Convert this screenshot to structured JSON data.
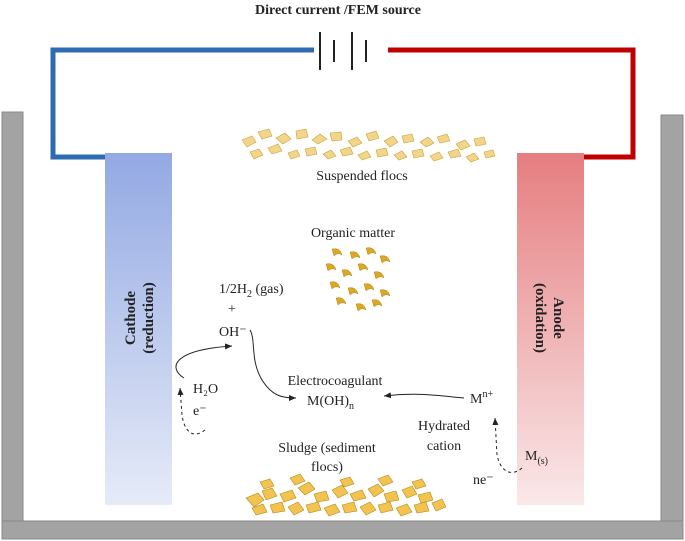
{
  "source": {
    "label": "Direct current /FEM source"
  },
  "cathode": {
    "line1": "Cathode",
    "line2": "(reduction)"
  },
  "anode": {
    "line1": "Anode",
    "line2": "(oxidation)"
  },
  "labels": {
    "suspended_flocs": "Suspended flocs",
    "organic_matter": "Organic matter",
    "gas_pre": "1/2H",
    "gas_sub": "2",
    "gas_post": " (gas)",
    "plus": "+",
    "hydroxide": "OH⁻",
    "water": "H₂O",
    "electron": "e⁻",
    "electrocoagulant": "Electrocoagulant",
    "moh_pre": "M(OH)",
    "moh_sub": "n",
    "metal_ion_pre": "M",
    "metal_ion_sup": "n+",
    "hydrated_line1": "Hydrated",
    "hydrated_line2": "cation",
    "metal_solid_pre": "M",
    "metal_solid_sub": "(s)",
    "electrons_out": "ne⁻",
    "sludge_line1": "Sludge (sediment",
    "sludge_line2": "flocs)"
  },
  "colors": {
    "cathode_top": "#93a9e3",
    "cathode_bottom": "#e6ebf8",
    "anode_top": "#e57e80",
    "anode_bottom": "#fae8e9",
    "wire_blue": "#2f6bb0",
    "wire_red": "#c00000",
    "tank": "#a3a3a3",
    "floc": "#f2d48a",
    "floc_dark": "#c9a43a",
    "organic": "#d9a826"
  }
}
